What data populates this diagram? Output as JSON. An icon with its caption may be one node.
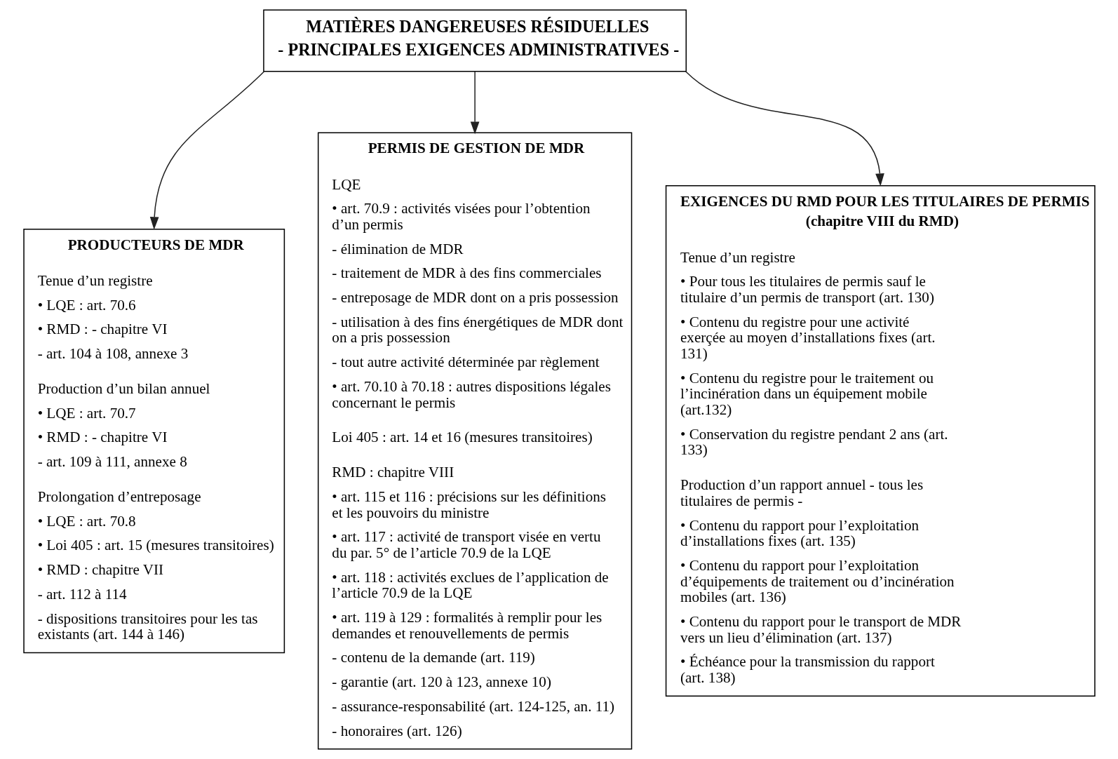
{
  "diagram": {
    "nodes": [
      {
        "text": [
          "MATIÈRES DANGEREUSES RÉSIDUELLES",
          "- PRINCIPALES EXIGENCES ADMINISTRATIVES -"
        ]
      },
      {
        "text": [
          "PRODUCTEURS DE MDR",
          "Tenue d’un registre",
          "• LQE : art. 70.6",
          "• RMD : - chapitre VI",
          "- art. 104 à 108, annexe 3",
          "Production d’un bilan annuel",
          "• LQE : art. 70.7",
          "• RMD : - chapitre VI",
          "- art. 109 à 111, annexe 8",
          "Prolongation d’entreposage",
          "• LQE : art. 70.8",
          "• Loi 405 : art. 15 (mesures transitoires)",
          "• RMD : chapitre VII",
          "- art. 112 à 114",
          "- dispositions transitoires pour les tas existants (art. 144 à 146)"
        ]
      },
      {
        "text": [
          "PERMIS DE GESTION DE MDR",
          "LQE",
          "• art. 70.9 : activités visées pour l’obtention d’un permis",
          "- élimination de MDR",
          "- traitement de MDR à des fins commerciales",
          "- entreposage de MDR dont on a pris possession",
          "- utilisation à des fins énergétiques de MDR dont on a pris possession",
          "- tout autre activité déterminée par règlement",
          "• art. 70.10 à 70.18 : autres dispositions légales concernant le permis",
          "Loi 405 : art. 14 et 16 (mesures transitoires)",
          "RMD : chapitre VIII",
          "• art. 115 et 116 : précisions sur les définitions et les pouvoirs du ministre",
          "• art. 117 : activité de transport visée en vertu du par. 5° de l’article 70.9 de la LQE",
          "• art. 118 : activités exclues de l’application de l’article 70.9 de la LQE",
          "• art. 119 à 129 : formalités à remplir pour les demandes et renouvellements de permis",
          "- contenu de la demande (art. 119)",
          "- garantie (art. 120 à 123, annexe 10)",
          "- assurance-responsabilité (art. 124-125, an. 11)",
          "- honoraires (art. 126)"
        ]
      },
      {
        "text": [
          "EXIGENCES DU RMD POUR LES TITULAIRES DE PERMIS",
          "(chapitre VIII du RMD)",
          "Tenue d’un registre",
          "• Pour tous les titulaires de permis sauf le titulaire d’un permis de transport (art. 130)",
          "• Contenu du registre pour une activité exerçée au moyen d’installations fixes (art. 131)",
          "• Contenu du registre pour le traitement ou l’incinération dans un équipement mobile (art.132)",
          "• Conservation du registre pendant 2 ans (art. 133)",
          "Production d’un rapport annuel - tous les titulaires de permis -",
          "• Contenu du rapport pour l’exploitation d’installations fixes (art. 135)",
          "• Contenu du rapport pour l’exploitation d’équipements de traitement ou d’incinération mobiles (art. 136)",
          "• Contenu du rapport pour le transport de MDR vers un lieu d’élimination (art. 137)",
          "• Échéance pour la transmission du rapport (art. 138)"
        ]
      }
    ],
    "edges": [
      {
        "from": 0,
        "to": 1,
        "arrow": "to"
      },
      {
        "from": 0,
        "to": 2,
        "arrow": "to"
      },
      {
        "from": 0,
        "to": 3,
        "arrow": "to"
      }
    ]
  }
}
